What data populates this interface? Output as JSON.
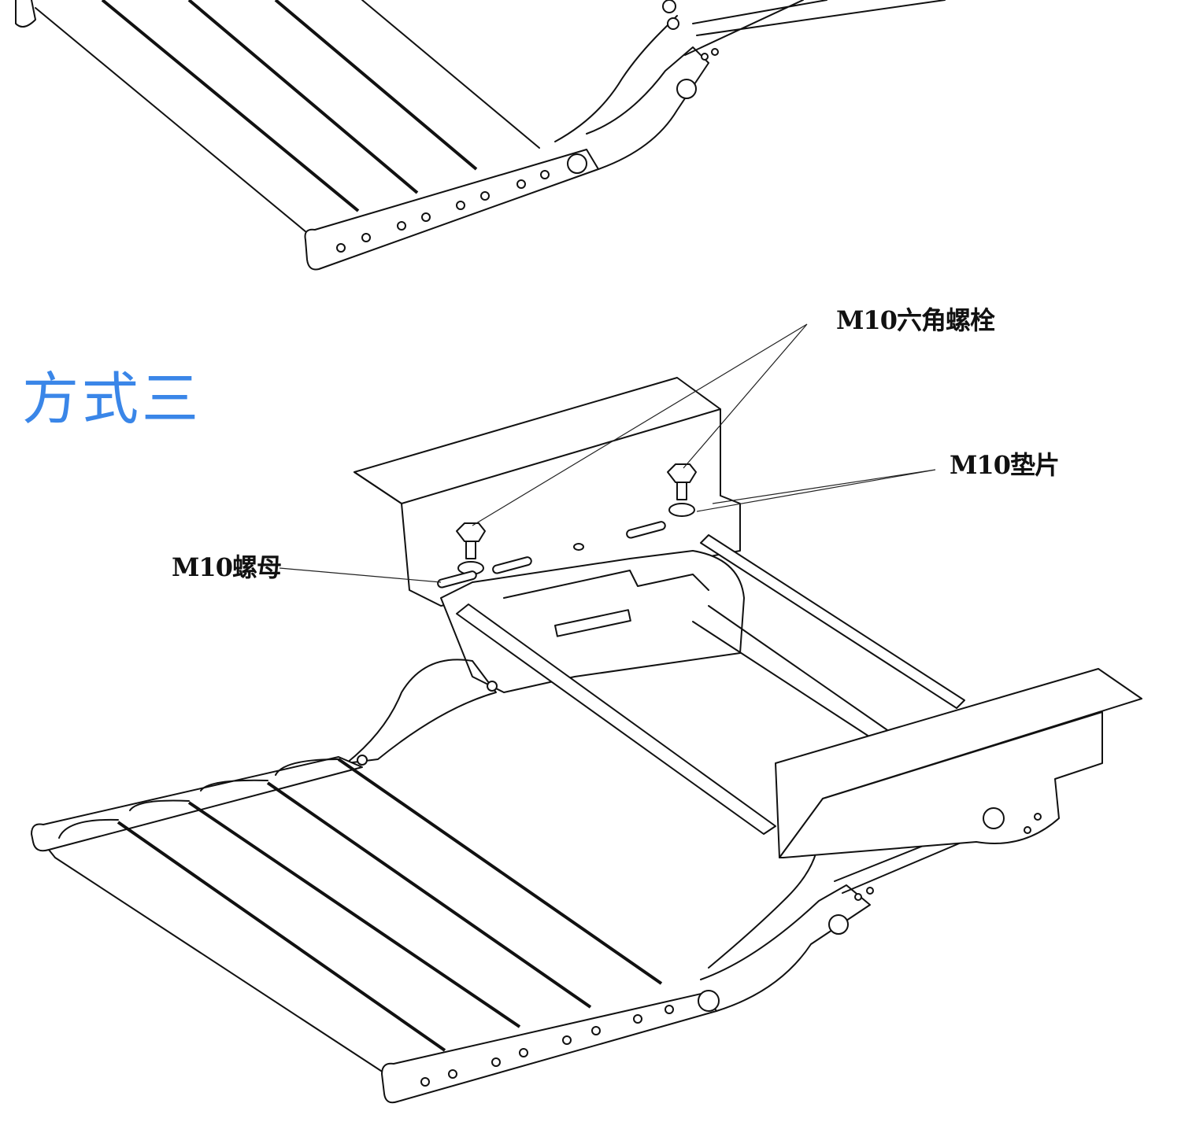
{
  "section_title": "方式三",
  "labels": {
    "hex_bolt": "M10六角螺栓",
    "washer": "M10垫片",
    "nut": "M10螺母"
  },
  "colors": {
    "title": "#3a86e8",
    "line": "#111111"
  }
}
